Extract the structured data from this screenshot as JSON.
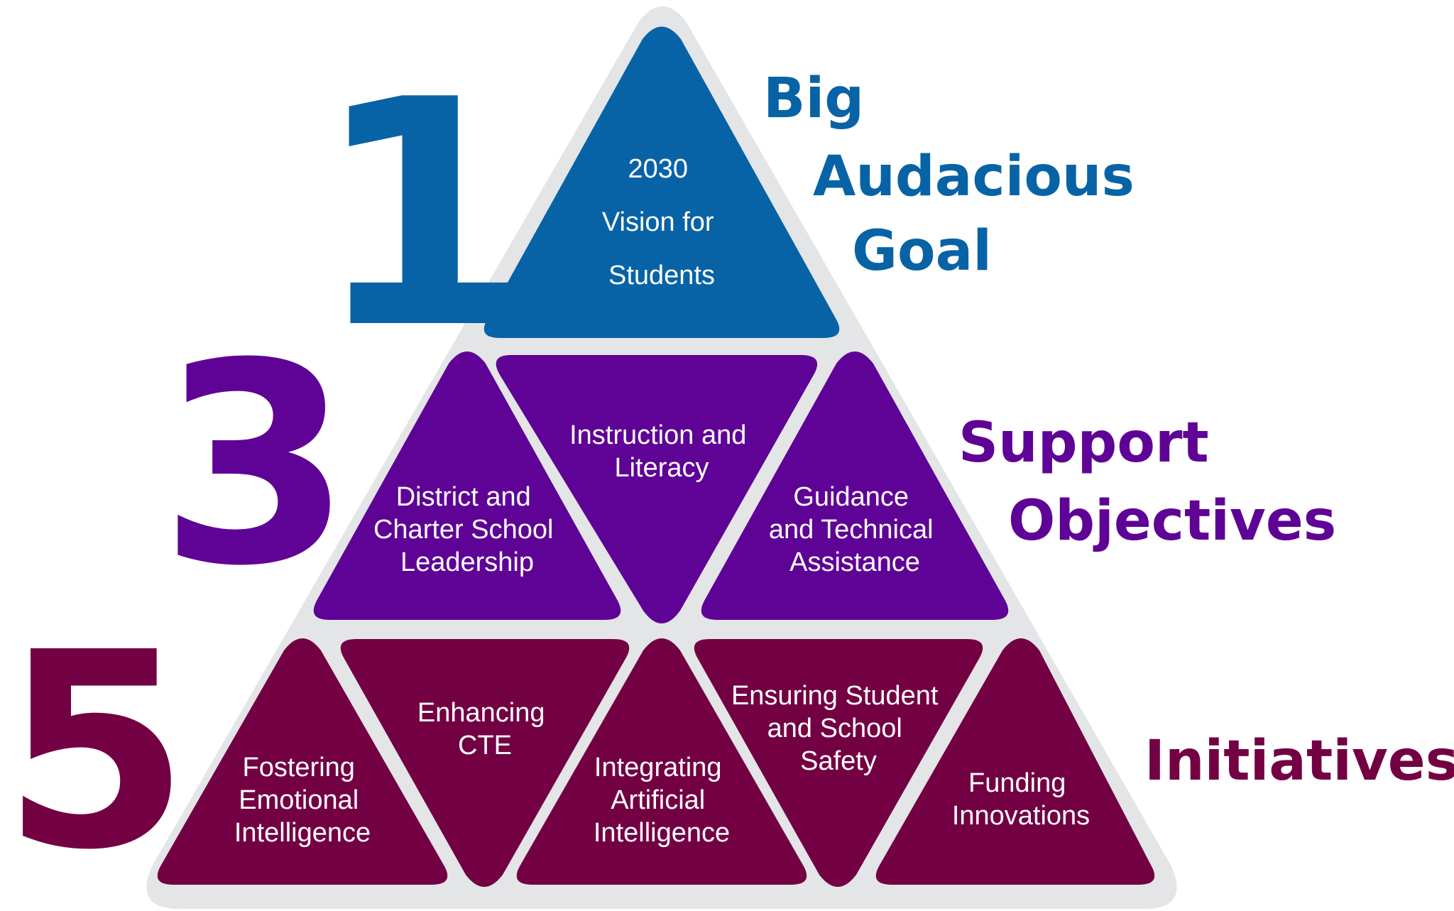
{
  "colors": {
    "frame": "#e4e5e7",
    "tier_goal": "#0863a6",
    "tier_objectives": "#5f0396",
    "tier_initiatives": "#730043"
  },
  "tiers": {
    "goal": {
      "number": "1",
      "label_lines": [
        "Big",
        "Audacious",
        "Goal"
      ],
      "triangles": [
        {
          "lines": [
            "2030",
            "Vision for",
            "Students"
          ]
        }
      ]
    },
    "objectives": {
      "number": "3",
      "label_lines": [
        "Support",
        "Objectives"
      ],
      "triangles": [
        {
          "lines": [
            "District and",
            "Charter School",
            "Leadership"
          ]
        },
        {
          "lines": [
            "Instruction and",
            "Literacy"
          ]
        },
        {
          "lines": [
            "Guidance",
            "and Technical",
            "Assistance"
          ]
        }
      ]
    },
    "initiatives": {
      "number": "5",
      "label_lines": [
        "Initiatives"
      ],
      "triangles": [
        {
          "lines": [
            "Fostering",
            "Emotional",
            "Intelligence"
          ]
        },
        {
          "lines": [
            "Enhancing",
            "CTE"
          ]
        },
        {
          "lines": [
            "Integrating",
            "Artificial",
            "Intelligence"
          ]
        },
        {
          "lines": [
            "Ensuring Student",
            "and School",
            "Safety"
          ]
        },
        {
          "lines": [
            "Funding",
            "Innovations"
          ]
        }
      ]
    }
  }
}
